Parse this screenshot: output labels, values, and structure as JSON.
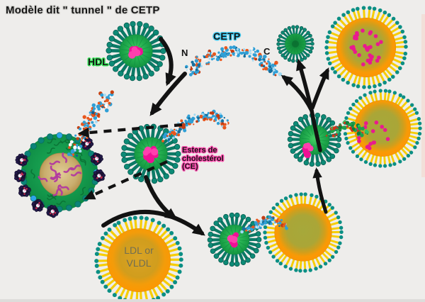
{
  "title": "Modèle dit \" tunnel \" de CETP",
  "labels": {
    "hdl": "HDL",
    "cetp": "CETP",
    "n_terminal": "N",
    "c_terminal": "C",
    "cholesterol_esters": "Esters de\ncholestérol\n(CE)",
    "ldl_or_vldl": "LDL or\nVLDL"
  },
  "colors": {
    "background": "#eeedeb",
    "title_glow": "#d7d6d3",
    "hdl_label_glow": "#3ee95e",
    "cetp_label_glow": "#45cbf1",
    "ce_label_glow": "#ff4fb1",
    "ldl_text_color": "#716e52",
    "hdl_membrane_teal": "#0b7a66",
    "hdl_tip_teal": "#0d8a76",
    "hdl_core_green": "#1aa24b",
    "ce_pink": "#ee1195",
    "ldl_spike_yellow": "#f6cd05",
    "ldl_spike_tip_teal": "#0b8f84",
    "ldl_ring_orange": "#ff9100",
    "ldl_core_olive": "#a8a93a",
    "ce_dot_magenta": "#e91a8e",
    "cetp_blue": "#2f9fd6",
    "cetp_orange": "#e8571d",
    "tunnel_green": "#1fa24b",
    "em_disc_green": "#14994c",
    "em_core_tan": "#c9ad6d",
    "arrow_black": "#121212",
    "edge_strip_pink": "#f3dcd5"
  }
}
